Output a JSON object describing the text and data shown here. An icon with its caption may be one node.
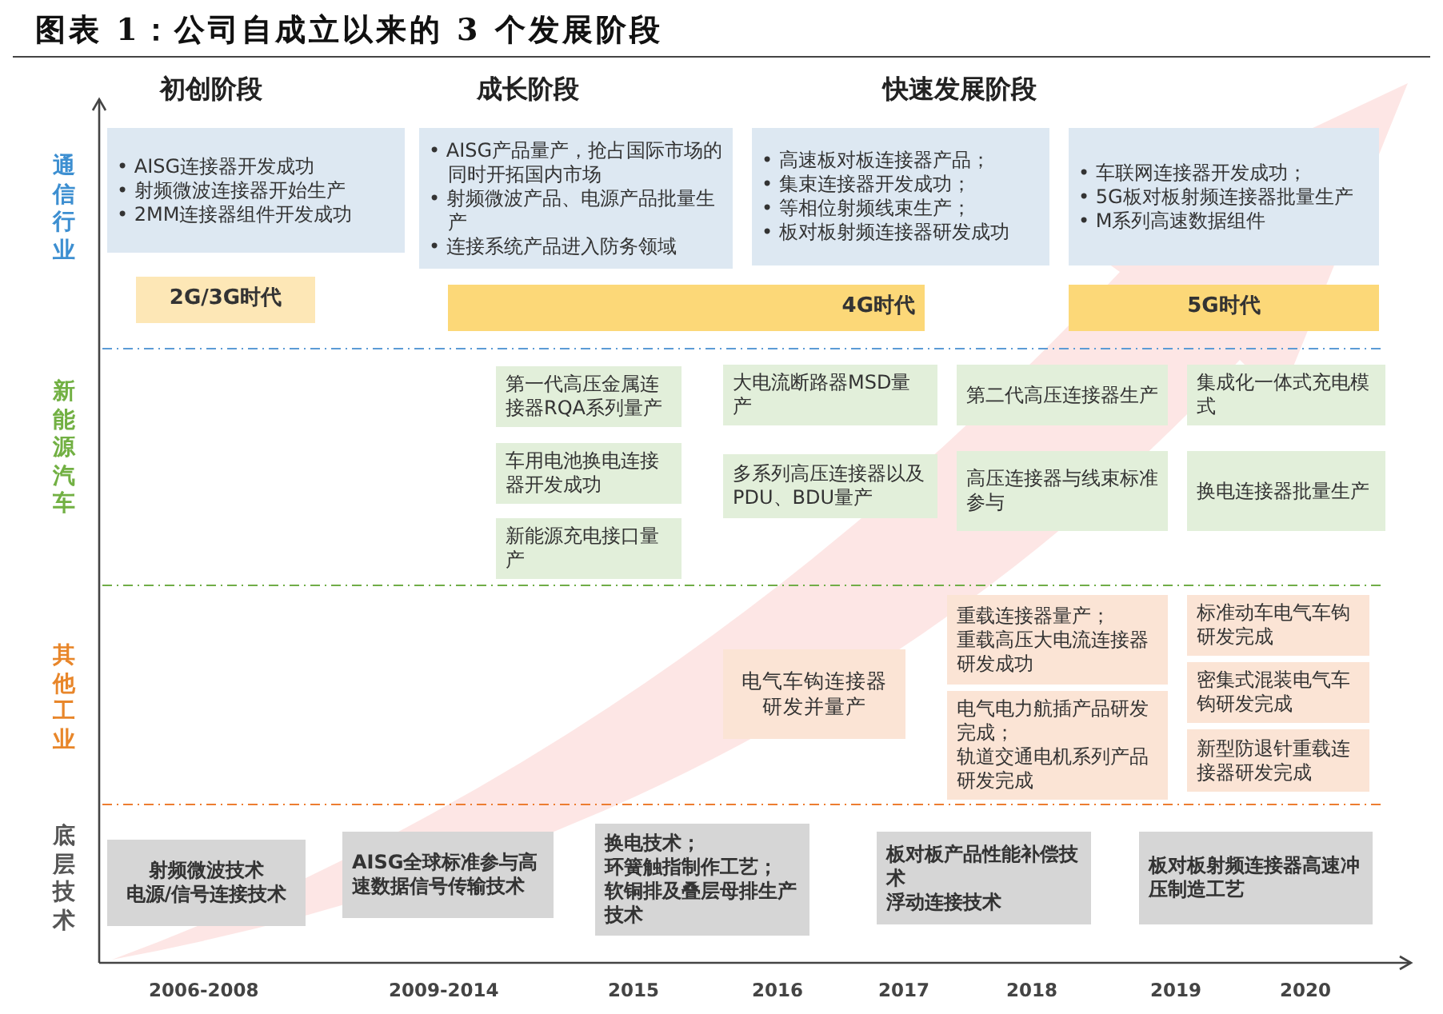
{
  "diagram": {
    "title": "图表 1：公司自成立以来的 3 个发展阶段",
    "nodes": [
      {
        "text": [
          "• AISG连接器开发成功",
          "• 射频微波连接器开始生产",
          "• 2MM连接器组件开发成功"
        ]
      },
      {
        "text": [
          "• AISG产品量产，抢占国际市场的同时开拓国内市场",
          "• 射频微波产品、电源产品批量生产",
          "• 连接系统产品进入防务领域"
        ]
      },
      {
        "text": [
          "• 高速板对板连接器产品；",
          "• 集束连接器开发成功；",
          "• 等相位射频线束生产；",
          "• 板对板射频连接器研发成功"
        ]
      },
      {
        "text": [
          "• 车联网连接器开发成功；",
          "• 5G板对板射频连接器批量生产",
          "• M系列高速数据组件"
        ]
      },
      {
        "text": [
          "2G/3G时代"
        ]
      },
      {
        "text": [
          "4G时代"
        ]
      },
      {
        "text": [
          "5G时代"
        ]
      },
      {
        "text": [
          "第一代高压金属连接器RQA系列量产"
        ]
      },
      {
        "text": [
          "车用电池换电连接器开发成功"
        ]
      },
      {
        "text": [
          "新能源充电接口量产"
        ]
      },
      {
        "text": [
          "大电流断路器MSD量产"
        ]
      },
      {
        "text": [
          "多系列高压连接器以及PDU、BDU量产"
        ]
      },
      {
        "text": [
          "第二代高压连接器生产"
        ]
      },
      {
        "text": [
          "高压连接器与线束标准参与"
        ]
      },
      {
        "text": [
          "集成化一体式充电模式"
        ]
      },
      {
        "text": [
          "换电连接器批量生产"
        ]
      },
      {
        "text": [
          "电气车钩连接器研发并量产"
        ]
      },
      {
        "text": [
          "重载连接器量产；",
          "重载高压大电流连接器研发成功"
        ]
      },
      {
        "text": [
          "电气电力航插产品研发完成；",
          "轨道交通电机系列产品研发完成"
        ]
      },
      {
        "text": [
          "标准动车电气车钩研发完成"
        ]
      },
      {
        "text": [
          "密集式混装电气车钩研发完成"
        ]
      },
      {
        "text": [
          "新型防退针重载连接器研发完成"
        ]
      },
      {
        "text": [
          "射频微波技术",
          "电源/信号连接技术"
        ]
      },
      {
        "text": [
          "AISG全球标准参与高速数据信号传输技术"
        ]
      },
      {
        "text": [
          "换电技术；",
          "环簧触指制作工艺；",
          "软铜排及叠层母排生产技术"
        ]
      },
      {
        "text": [
          "板对板产品性能补偿技术",
          "浮动连接技术"
        ]
      },
      {
        "text": [
          "板对板射频连接器高速冲压制造工艺"
        ]
      }
    ],
    "labels": [
      "初创阶段",
      "成长阶段",
      "快速发展阶段",
      "通信行业",
      "新能源汽车",
      "其他工业",
      "底层技术",
      "2006-2008",
      "2009-2014",
      "2015",
      "2016",
      "2017",
      "2018",
      "2019",
      "2020"
    ]
  }
}
